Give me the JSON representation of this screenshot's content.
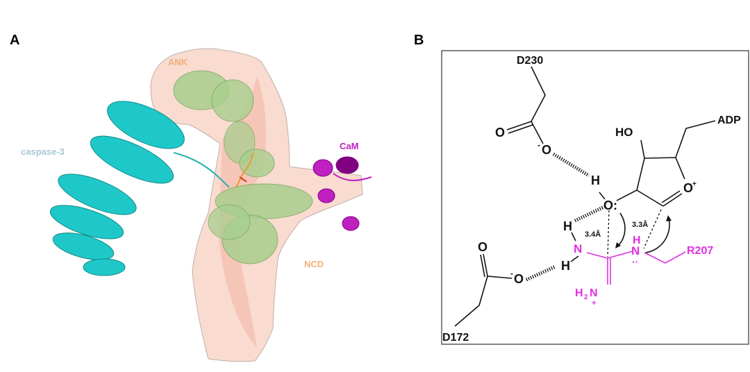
{
  "panel_a": {
    "label": "A",
    "domains": {
      "ank": "ANK",
      "caspase": "caspase-3",
      "cam": "CaM",
      "ncd": "NCD"
    },
    "colors": {
      "ank": "#f0b07a",
      "caspase": "#a8c8d8",
      "caspase_cartoon": "#1ec8c8",
      "cam": "#c020c0",
      "protein": "#a8cf8e",
      "surface": "#f9d5c8"
    }
  },
  "panel_b": {
    "label": "B",
    "residues": {
      "d230": "D230",
      "d172": "D172",
      "r207": "R207",
      "adp": "ADP"
    },
    "atoms": {
      "o": "O",
      "o_minus": "O",
      "minus": "-",
      "h": "H",
      "ho": "HO",
      "o_colon": "O:",
      "o_plus": "O",
      "plus": "+",
      "n": "N",
      "h2": "H",
      "sub2": "2",
      "dots": "··"
    },
    "distances": {
      "d1": "3.4Å",
      "d2": "3.3Å"
    },
    "colors": {
      "arg": "#e030e0",
      "black": "#111111"
    }
  }
}
